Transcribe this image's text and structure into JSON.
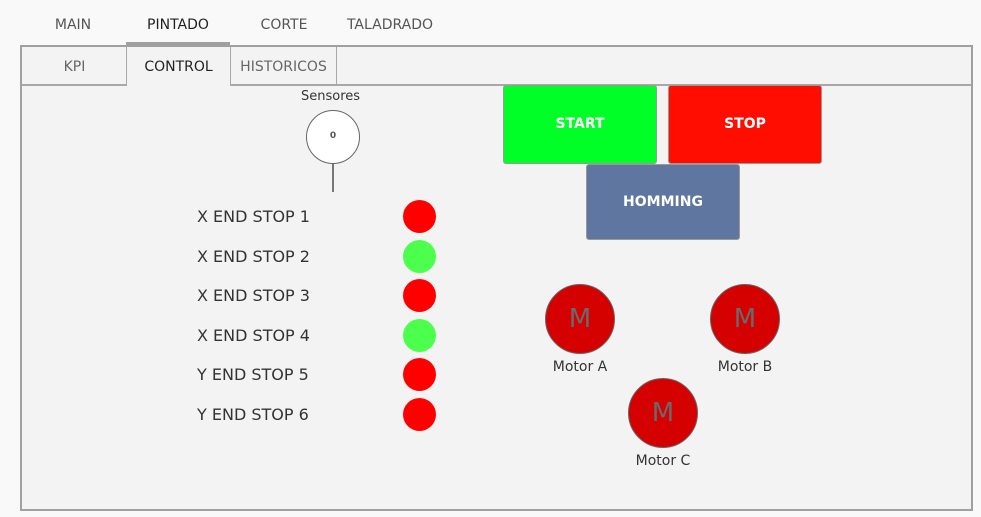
{
  "top_tabs": [
    {
      "label": "MAIN",
      "active": false
    },
    {
      "label": "PINTADO",
      "active": true
    },
    {
      "label": "CORTE",
      "active": false
    },
    {
      "label": "TALADRADO",
      "active": false
    }
  ],
  "sub_tabs": [
    {
      "label": "KPI",
      "active": false
    },
    {
      "label": "CONTROL",
      "active": true
    },
    {
      "label": "HISTORICOS",
      "active": false
    }
  ],
  "sensors": {
    "label": "Sensores",
    "value": "0"
  },
  "end_stops": [
    {
      "label": "X END STOP 1",
      "state": "off",
      "color": "#ff0000"
    },
    {
      "label": "X END STOP 2",
      "state": "on",
      "color": "#4cff4c"
    },
    {
      "label": "X END STOP 3",
      "state": "off",
      "color": "#ff0000"
    },
    {
      "label": "X END STOP 4",
      "state": "on",
      "color": "#4cff4c"
    },
    {
      "label": "Y END STOP 5",
      "state": "off",
      "color": "#ff0000"
    },
    {
      "label": "Y END STOP 6",
      "state": "off",
      "color": "#ff0000"
    }
  ],
  "buttons": {
    "start": {
      "label": "START",
      "color": "#00ff26"
    },
    "stop": {
      "label": "STOP",
      "color": "#ff0d00"
    },
    "homming": {
      "label": "HOMMING",
      "color": "#5f77a0"
    }
  },
  "motors": [
    {
      "symbol": "M",
      "label": "Motor A",
      "color": "#d50000"
    },
    {
      "symbol": "M",
      "label": "Motor B",
      "color": "#d50000"
    },
    {
      "symbol": "M",
      "label": "Motor C",
      "color": "#d50000"
    }
  ]
}
